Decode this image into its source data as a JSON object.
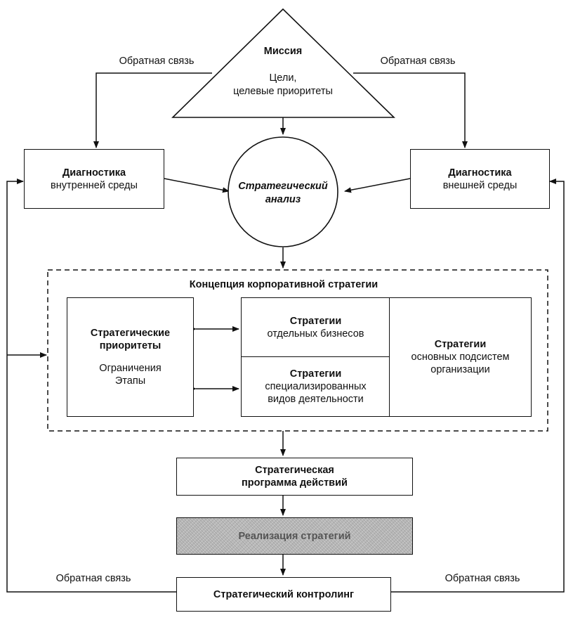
{
  "mission": {
    "title": "Миссия",
    "line1": "Цели,",
    "line2": "целевые приоритеты"
  },
  "feedback_label": "Обратная связь",
  "internal_diag": {
    "title": "Диагностика",
    "subtitle": "внутренней среды"
  },
  "external_diag": {
    "title": "Диагностика",
    "subtitle": "внешней среды"
  },
  "strategic_analysis": {
    "line1": "Стратегический",
    "line2": "анализ"
  },
  "concept": {
    "title": "Концепция корпоративной стратегии",
    "priorities": {
      "title1": "Стратегические",
      "title2": "приоритеты",
      "line1": "Ограничения",
      "line2": "Этапы"
    },
    "business": {
      "title": "Стратегии",
      "line1": "отдельных бизнесов"
    },
    "specialized": {
      "title": "Стратегии",
      "line1": "специализированных",
      "line2": "видов деятельности"
    },
    "subsystems": {
      "title": "Стратегии",
      "line1": "основных подсистем",
      "line2": "организации"
    }
  },
  "program": {
    "line1": "Стратегическая",
    "line2": "программа действий"
  },
  "implementation": {
    "title": "Реализация стратегий"
  },
  "controlling": {
    "title": "Стратегический контролинг"
  }
}
